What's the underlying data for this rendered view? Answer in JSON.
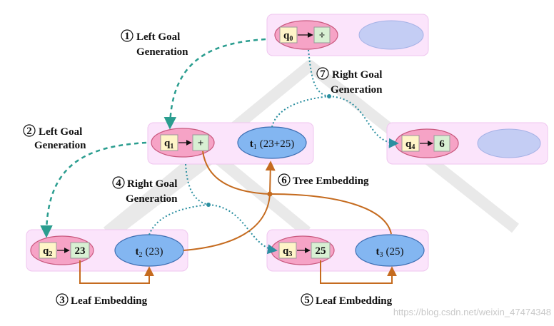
{
  "colors": {
    "group_fill": "#fbe4fb",
    "group_stroke": "#efc6ef",
    "q_ellipse": "#f6a3c6",
    "q_ellipse_stroke": "#c9587e",
    "t_ellipse": "#83b6f1",
    "t_ellipse_stroke": "#3d6fb3",
    "empty_ellipse": "#c4cdf4",
    "q_box": "#fff5c8",
    "op_box": "#d8f0d3",
    "goal_arrow": "#2a9d8f",
    "right_goal_arrow": "#2b8fa0",
    "embed_arrow": "#c56b1f",
    "background_triangle": "#e8e8e8"
  },
  "nodes": {
    "root": {
      "q_base": "q",
      "q_sub": "0",
      "op": "÷"
    },
    "left_mid": {
      "q_base": "q",
      "q_sub": "1",
      "op": "+",
      "t_base": "t",
      "t_sub": "1",
      "t_val": "(23+25)"
    },
    "right_mid": {
      "q_base": "q",
      "q_sub": "4",
      "op": "6"
    },
    "left_leaf": {
      "q_base": "q",
      "q_sub": "2",
      "op": "23",
      "t_base": "t",
      "t_sub": "2",
      "t_val": "(23)"
    },
    "right_leaf": {
      "q_base": "q",
      "q_sub": "3",
      "op": "25",
      "t_base": "t",
      "t_sub": "3",
      "t_val": "(25)"
    }
  },
  "steps": {
    "s1": {
      "num": "1",
      "line1": "Left Goal",
      "line2": "Generation"
    },
    "s2": {
      "num": "2",
      "line1": "Left Goal",
      "line2": "Generation"
    },
    "s3": {
      "num": "3",
      "line1": "Leaf Embedding"
    },
    "s4": {
      "num": "4",
      "line1": "Right Goal",
      "line2": "Generation"
    },
    "s5": {
      "num": "5",
      "line1": "Leaf Embedding"
    },
    "s6": {
      "num": "6",
      "line1": "Tree Embedding"
    },
    "s7": {
      "num": "7",
      "line1": "Right Goal",
      "line2": "Generation"
    }
  },
  "watermark": "https://blog.csdn.net/weixin_47474348"
}
